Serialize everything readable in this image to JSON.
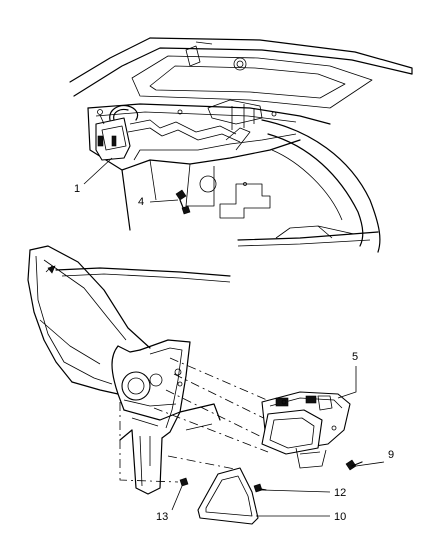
{
  "callouts": [
    {
      "id": "c1",
      "label": "1"
    },
    {
      "id": "c4",
      "label": "4"
    },
    {
      "id": "c5",
      "label": "5"
    },
    {
      "id": "c9",
      "label": "9"
    },
    {
      "id": "c12",
      "label": "12"
    },
    {
      "id": "c10",
      "label": "10"
    },
    {
      "id": "c13",
      "label": "13"
    }
  ]
}
